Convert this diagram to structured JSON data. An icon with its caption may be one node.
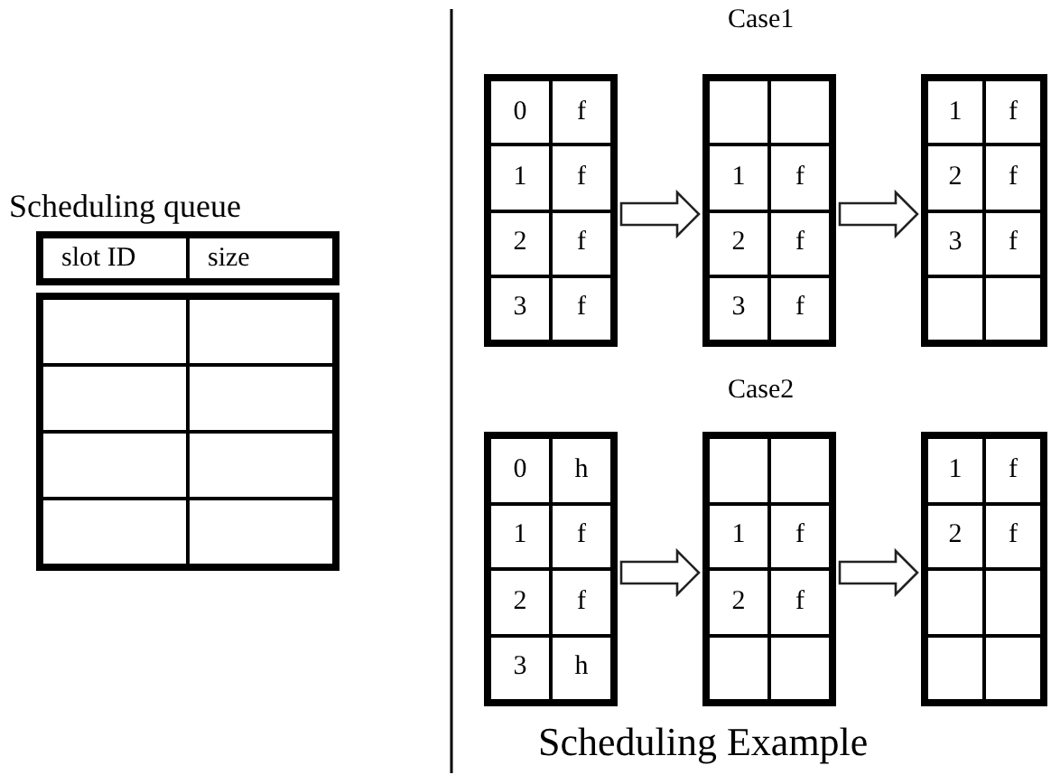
{
  "diagram": {
    "caption": "Scheduling Example",
    "nodes": [
      {
        "text": [
          "Scheduling queue",
          "slot ID",
          "size"
        ]
      },
      {
        "text": [
          "0",
          "f",
          "1",
          "f",
          "2",
          "f",
          "3",
          "f"
        ]
      },
      {
        "text": [
          "1",
          "f",
          "2",
          "f",
          "3",
          "f"
        ]
      },
      {
        "text": [
          "1",
          "f",
          "2",
          "f",
          "3",
          "f"
        ]
      },
      {
        "text": [
          "0",
          "h",
          "1",
          "f",
          "2",
          "f",
          "3",
          "h"
        ]
      },
      {
        "text": [
          "1",
          "f",
          "2",
          "f"
        ]
      },
      {
        "text": [
          "1",
          "f",
          "2",
          "f"
        ]
      }
    ],
    "edges": [
      {
        "from": 1,
        "to": 2,
        "arrow": "to"
      },
      {
        "from": 2,
        "to": 3,
        "arrow": "to"
      },
      {
        "from": 4,
        "to": 5,
        "arrow": "to"
      },
      {
        "from": 5,
        "to": 6,
        "arrow": "to"
      }
    ],
    "labels": [
      "Case1",
      "Case2"
    ]
  }
}
